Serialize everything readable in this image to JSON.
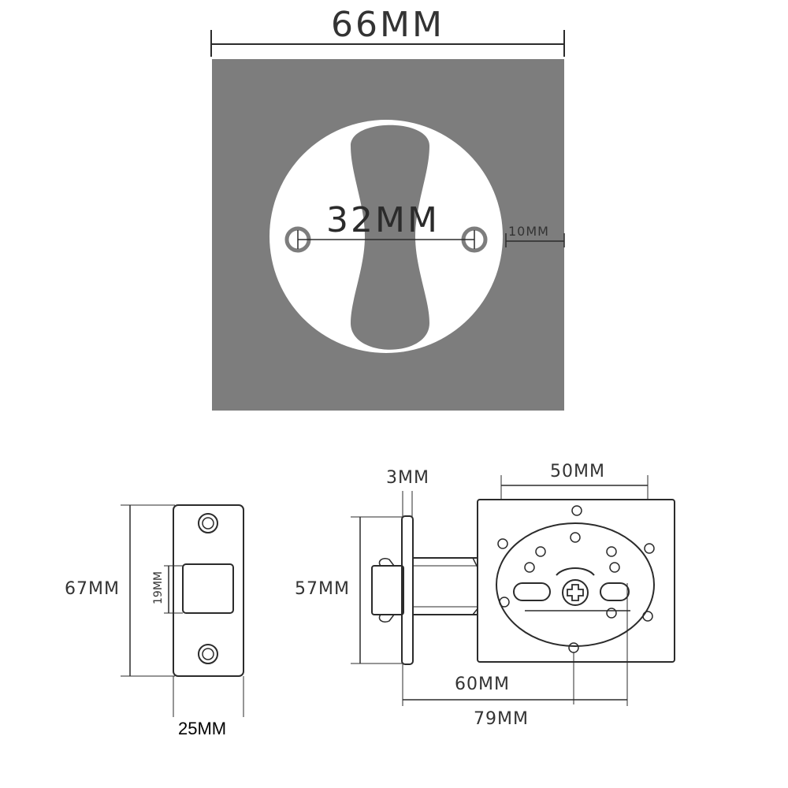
{
  "colors": {
    "plate": "#7d7d7d",
    "recess": "#ffffff",
    "line": "#2b2b2b",
    "text": "#333333"
  },
  "rose": {
    "width_label": "66MM",
    "screw_spacing_label": "32MM",
    "edge_margin_label": "10MM"
  },
  "strike_plate": {
    "height_label": "67MM",
    "window_label": "19MM",
    "width_label": "25MM"
  },
  "latch": {
    "faceplate_thickness_label": "3MM",
    "mount_width_label": "50MM",
    "faceplate_height_label": "57MM",
    "backset_label": "60MM",
    "total_length_label": "79MM"
  }
}
